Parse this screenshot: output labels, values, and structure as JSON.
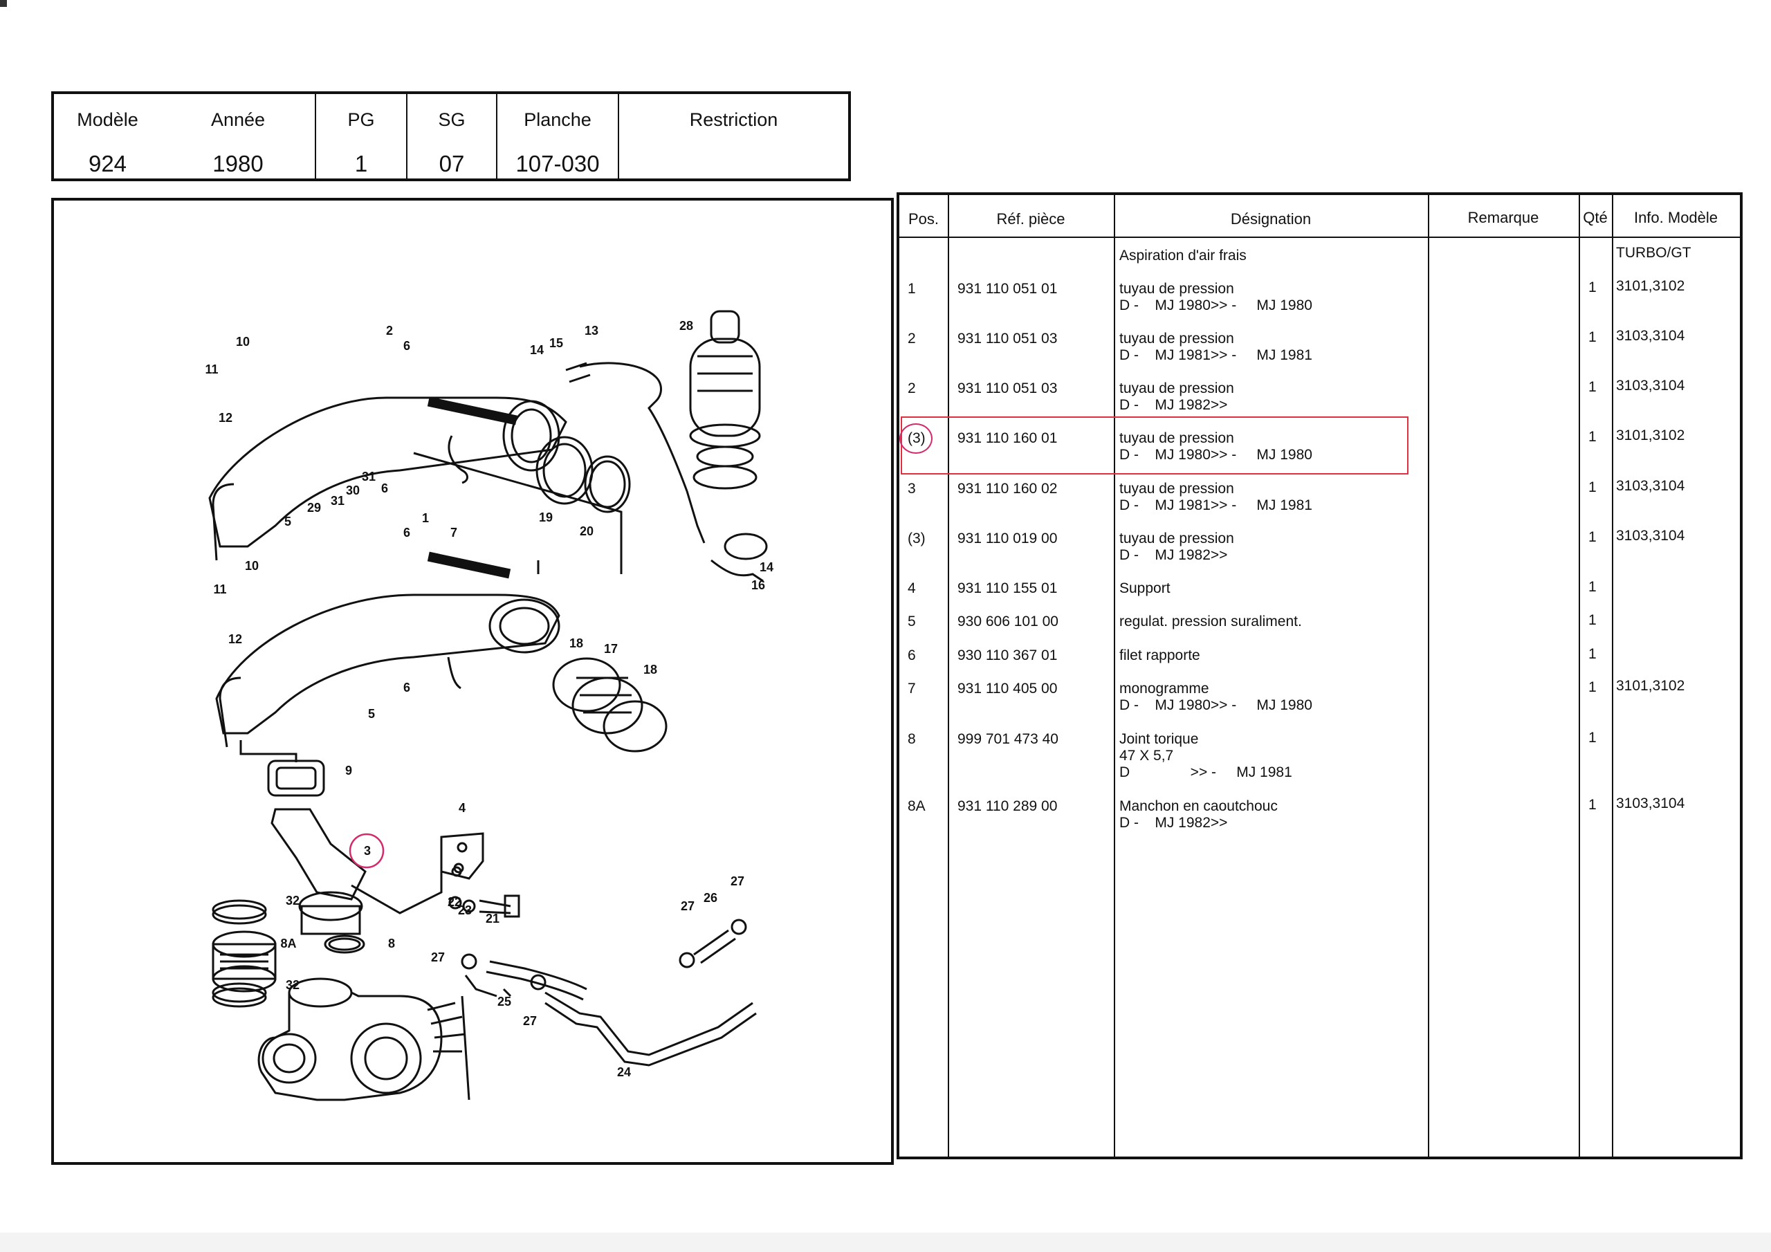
{
  "header": {
    "model_label": "Modèle",
    "model_value": "924",
    "year_label": "Année",
    "year_value": "1980",
    "pg_label": "PG",
    "pg_value": "1",
    "sg_label": "SG",
    "sg_value": "07",
    "plate_label": "Planche",
    "plate_value": "107-030",
    "restriction_label": "Restriction",
    "restriction_value": ""
  },
  "diagram": {
    "callouts": [
      "2",
      "6",
      "10",
      "11",
      "12",
      "13",
      "14",
      "15",
      "28",
      "31",
      "30",
      "6",
      "5",
      "29",
      "31",
      "19",
      "20",
      "1",
      "6",
      "7",
      "10",
      "11",
      "12",
      "14",
      "16",
      "18",
      "17",
      "18",
      "5",
      "6",
      "9",
      "4",
      "3",
      "22",
      "23",
      "21",
      "32",
      "8A",
      "8",
      "32",
      "27",
      "26",
      "27",
      "27",
      "25",
      "27",
      "24"
    ]
  },
  "table": {
    "headers": {
      "pos": "Pos.",
      "ref": "Réf. pièce",
      "designation": "Désignation",
      "remark": "Remarque",
      "qty": "Qté",
      "model_info": "Info. Modèle"
    },
    "section_title": "Aspiration d'air frais",
    "section_model": "TURBO/GT",
    "rows": [
      {
        "pos": "1",
        "ref": "931 110 051 01",
        "line1": "tuyau de pression",
        "line2": "D -    MJ 1980>> -     MJ 1980",
        "line3": "",
        "qty": "1",
        "info": "3101,3102"
      },
      {
        "pos": "2",
        "ref": "931 110 051 03",
        "line1": "tuyau de pression",
        "line2": "D -    MJ 1981>> -     MJ 1981",
        "line3": "",
        "qty": "1",
        "info": "3103,3104"
      },
      {
        "pos": "2",
        "ref": "931 110 051 03",
        "line1": "tuyau de pression",
        "line2": "D -    MJ 1982>>",
        "line3": "",
        "qty": "1",
        "info": "3103,3104"
      },
      {
        "pos": "(3)",
        "ref": "931 110 160 01",
        "line1": "tuyau de pression",
        "line2": "D -    MJ 1980>> -     MJ 1980",
        "line3": "",
        "qty": "1",
        "info": "3101,3102"
      },
      {
        "pos": "3",
        "ref": "931 110 160 02",
        "line1": "tuyau de pression",
        "line2": "D -    MJ 1981>> -     MJ 1981",
        "line3": "",
        "qty": "1",
        "info": "3103,3104"
      },
      {
        "pos": "(3)",
        "ref": "931 110 019 00",
        "line1": "tuyau de pression",
        "line2": "D -    MJ 1982>>",
        "line3": "",
        "qty": "1",
        "info": "3103,3104"
      },
      {
        "pos": "4",
        "ref": "931 110 155 01",
        "line1": "Support",
        "line2": "",
        "line3": "",
        "qty": "1",
        "info": ""
      },
      {
        "pos": "5",
        "ref": "930 606 101 00",
        "line1": "regulat. pression suraliment.",
        "line2": "",
        "line3": "",
        "qty": "1",
        "info": ""
      },
      {
        "pos": "6",
        "ref": "930 110 367 01",
        "line1": "filet rapporte",
        "line2": "",
        "line3": "",
        "qty": "1",
        "info": ""
      },
      {
        "pos": "7",
        "ref": "931 110 405 00",
        "line1": "monogramme",
        "line2": "D -    MJ 1980>> -     MJ 1980",
        "line3": "",
        "qty": "1",
        "info": "3101,3102"
      },
      {
        "pos": "8",
        "ref": "999 701 473 40",
        "line1": "Joint torique",
        "line2": "47 X 5,7",
        "line3": "D               >> -     MJ 1981",
        "qty": "1",
        "info": ""
      },
      {
        "pos": "8A",
        "ref": "931 110 289 00",
        "line1": "Manchon en caoutchouc",
        "line2": "D -    MJ 1982>>",
        "line3": "",
        "qty": "1",
        "info": "3103,3104"
      }
    ]
  }
}
